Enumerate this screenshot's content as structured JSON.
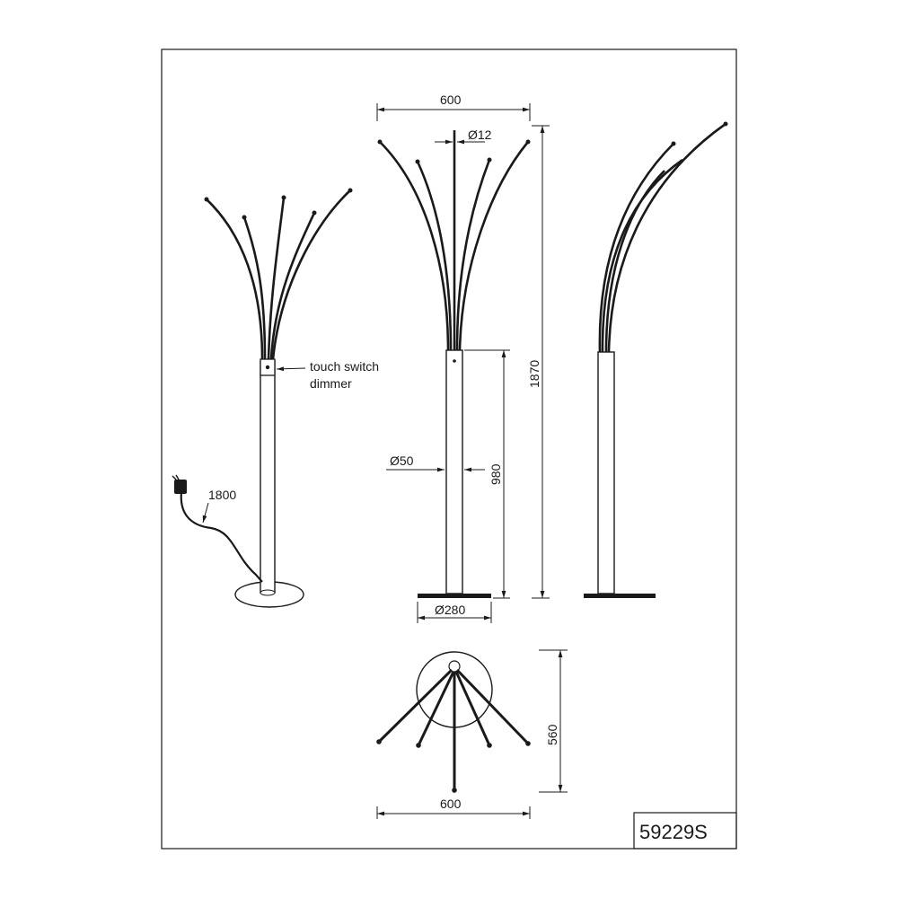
{
  "model_number": "59229S",
  "annotations": {
    "switch_line1": "touch switch",
    "switch_line2": "dimmer",
    "cable_length": "1800"
  },
  "dimensions": {
    "front_width": "600",
    "rod_diameter": "Ø12",
    "total_height": "1870",
    "pole_diameter": "Ø50",
    "pole_height": "980",
    "base_diameter": "Ø280",
    "top_depth": "560",
    "top_width": "600"
  }
}
